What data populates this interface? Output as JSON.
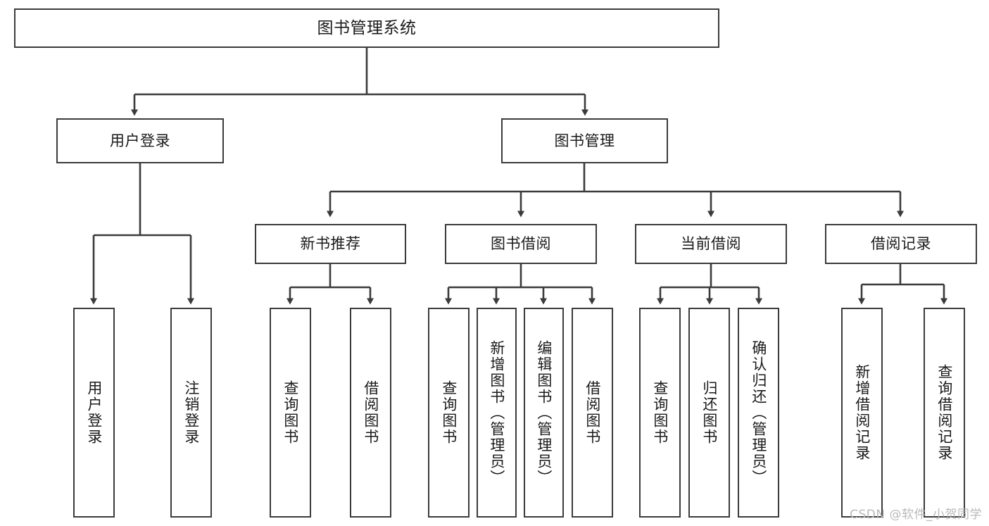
{
  "diagram": {
    "type": "tree",
    "title": "图书管理系统",
    "watermark": "CSDN @软件_小贺同学",
    "colors": {
      "node_border": "#3b3b3b",
      "node_fill": "#ffffff",
      "connector": "#3b3b3b",
      "text": "#1a1a1a",
      "watermark": "#b9b9b9",
      "background": "#ffffff"
    },
    "nodes": {
      "root": {
        "label": "图书管理系统"
      },
      "level2": [
        {
          "label": "用户登录"
        },
        {
          "label": "图书管理"
        }
      ],
      "level3": [
        {
          "label": "新书推荐"
        },
        {
          "label": "图书借阅"
        },
        {
          "label": "当前借阅"
        },
        {
          "label": "借阅记录"
        }
      ],
      "leaves": {
        "user_login": [
          {
            "label": "用户登录"
          },
          {
            "label": "注销登录"
          }
        ],
        "new_books": [
          {
            "label": "查询图书"
          },
          {
            "label": "借阅图书"
          }
        ],
        "book_borrow": [
          {
            "label": "查询图书"
          },
          {
            "label": "新增图书（管理员）"
          },
          {
            "label": "编辑图书（管理员）"
          },
          {
            "label": "借阅图书"
          }
        ],
        "current_borrow": [
          {
            "label": "查询图书"
          },
          {
            "label": "归还图书"
          },
          {
            "label": "确认归还（管理员）"
          }
        ],
        "borrow_records": [
          {
            "label": "新增借阅记录"
          },
          {
            "label": "查询借阅记录"
          }
        ]
      }
    }
  }
}
